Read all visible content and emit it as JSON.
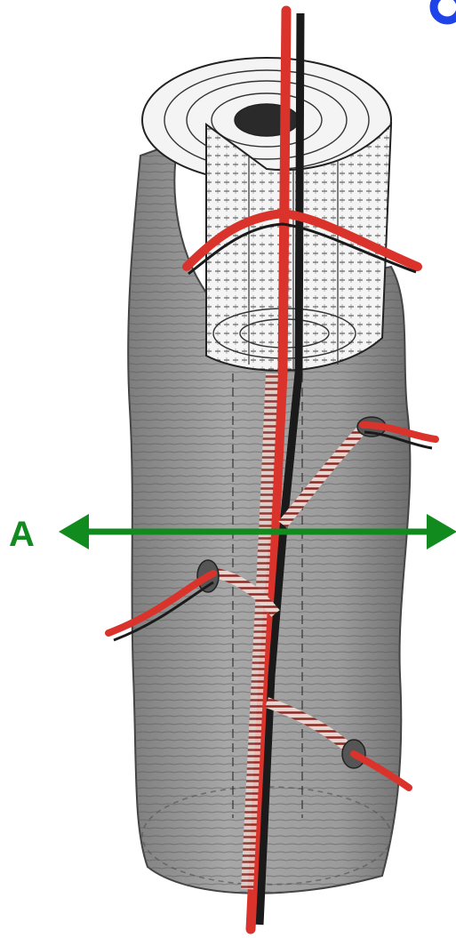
{
  "labels": {
    "section_marker": "A"
  },
  "colors": {
    "background": "#ffffff",
    "bone_shaft": "#9a9a9a",
    "bone_shaft_dark": "#6f6f6f",
    "cut_surface": "#f4f4f4",
    "artery": "#d9332b",
    "vein": "#1a1a1a",
    "section_arrow": "#118a1e",
    "corner_mark": "#1e44e8"
  },
  "icons": {
    "section_arrow": "double-headed-arrow",
    "corner_mark": "circle-fragment"
  }
}
